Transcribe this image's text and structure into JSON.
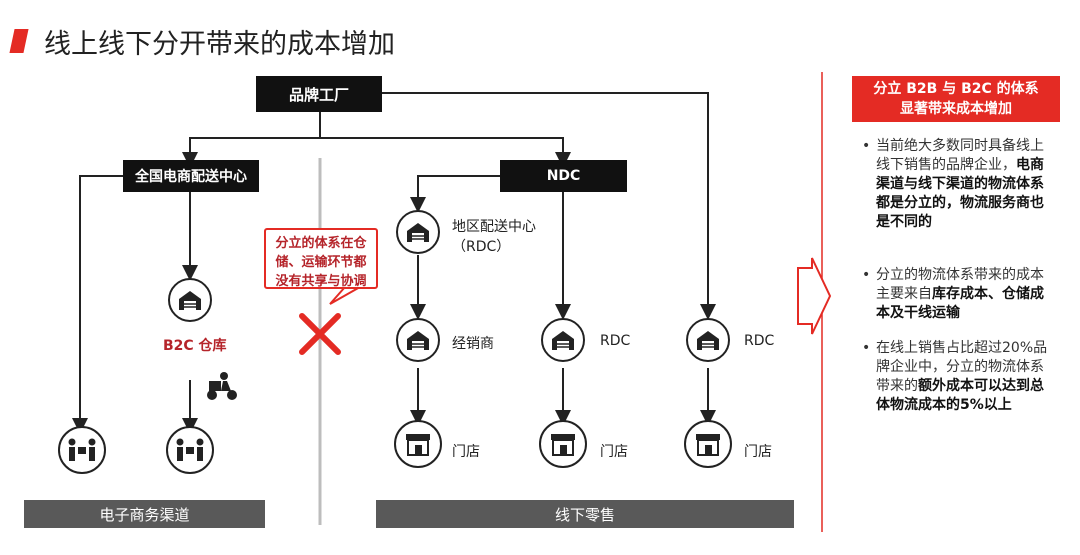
{
  "title": "线上线下分开带来的成本增加",
  "nodes": {
    "factory": "品牌工厂",
    "ecom_dc": "全国电商配送中心",
    "ndc": "NDC",
    "rdc_region_line1": "地区配送中心",
    "rdc_region_line2": "（RDC）",
    "b2c_warehouse": "B2C 仓库",
    "distributor": "经销商",
    "rdc_a": "RDC",
    "rdc_b": "RDC",
    "store_a": "门店",
    "store_b": "门店",
    "store_c": "门店"
  },
  "callout": {
    "lines": [
      "分立的体系在仓",
      "储、运输环节都",
      "没有共享与协调"
    ]
  },
  "channels": {
    "ecommerce": "电子商务渠道",
    "offline": "线下零售"
  },
  "side": {
    "header_line1": "分立 B2B 与 B2C 的体系",
    "header_line2": "显著带来成本增加",
    "bullet1_plain": "当前绝大多数同时具备线上线下销售的品牌企业，",
    "bullet1_bold": "电商渠道与线下渠道的物流体系都是分立的，物流服务商也是不同的",
    "bullet2_plain": "分立的物流体系带来的成本主要来自",
    "bullet2_bold": "库存成本、仓储成本及干线运输",
    "bullet3_plain": "在线上销售占比超过20%品牌企业中，分立的物流体系带来的",
    "bullet3_bold": "额外成本可以达到总体物流成本的5%以上"
  },
  "colors": {
    "accent": "#e42b24",
    "dark": "#111111",
    "grey_bar": "#595959",
    "divider": "#bdbdbd"
  }
}
